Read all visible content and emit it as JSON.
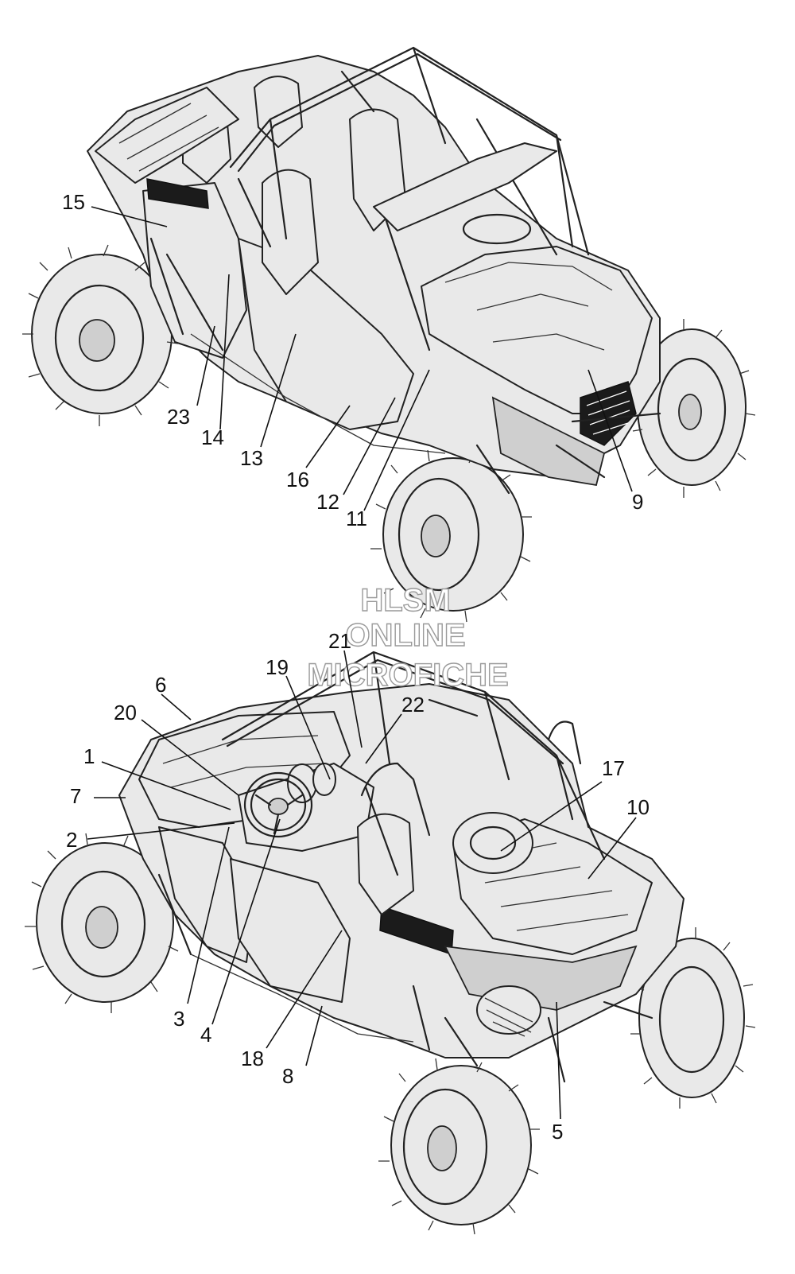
{
  "watermark": {
    "line1": "HLSM",
    "line2": "ONLINE",
    "line3": "MICROFICHE"
  },
  "callouts": [
    "1",
    "2",
    "3",
    "4",
    "5",
    "6",
    "7",
    "8",
    "9",
    "10",
    "11",
    "12",
    "13",
    "14",
    "15",
    "16",
    "17",
    "18",
    "19",
    "20",
    "21",
    "22",
    "23"
  ]
}
